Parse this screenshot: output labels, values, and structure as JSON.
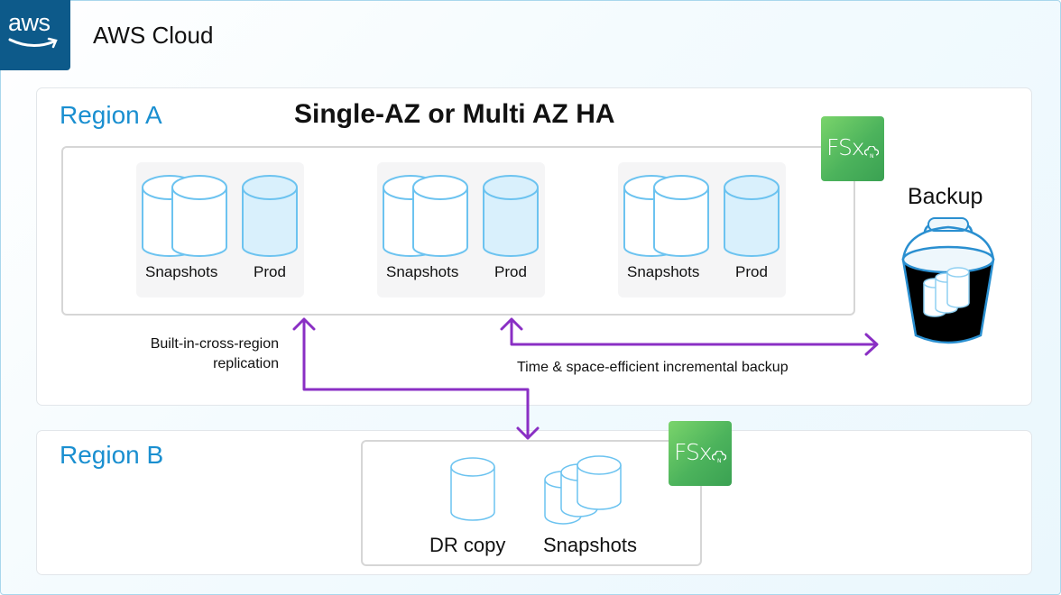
{
  "header": {
    "logo_text": "aws",
    "title": "AWS Cloud"
  },
  "region_a": {
    "title": "Region A",
    "deployment_title": "Single-AZ or Multi AZ HA",
    "fsx_badge": "FSx",
    "clusters": [
      {
        "snapshots_label": "Snapshots",
        "prod_label": "Prod"
      },
      {
        "snapshots_label": "Snapshots",
        "prod_label": "Prod"
      },
      {
        "snapshots_label": "Snapshots",
        "prod_label": "Prod"
      }
    ],
    "backup_title": "Backup"
  },
  "connections": {
    "replication_label": "Built-in-cross-region replication",
    "replication_line1": "Built-in-cross-region",
    "replication_line2": "replication",
    "backup_label": "Time & space-efficient incremental backup",
    "arrow_color": "#8a2fc4"
  },
  "region_b": {
    "title": "Region B",
    "fsx_badge": "FSx",
    "dr_copy_label": "DR copy",
    "snapshots_label": "Snapshots"
  },
  "colors": {
    "region_title": "#1a8fd0",
    "aws_logo_bg": "#0d5a8a",
    "cylinder_stroke": "#6cc3f0",
    "prod_fill": "#d9f0fc",
    "fsx_green": "#4cb35c"
  }
}
